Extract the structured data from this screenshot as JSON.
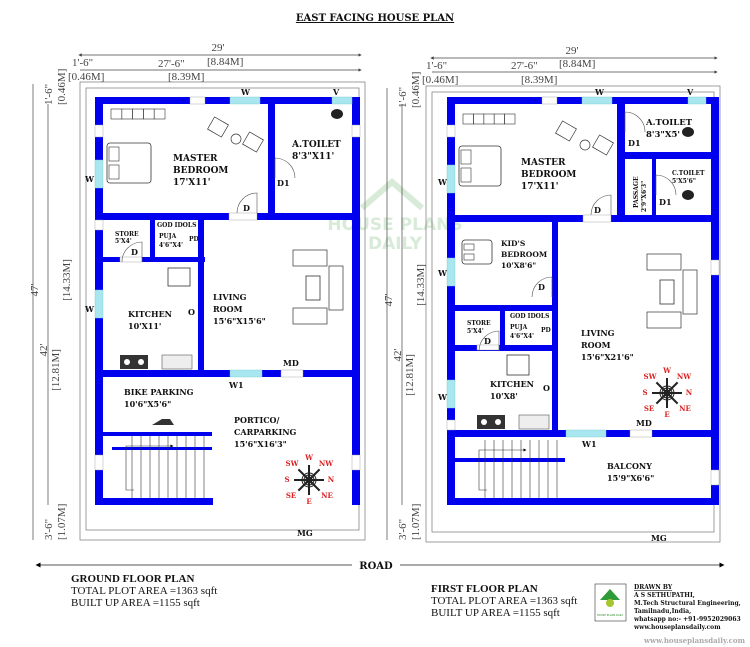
{
  "title": "EAST FACING HOUSE PLAN",
  "dimensions": {
    "total_width": "29'",
    "total_width_m": "[8.84M]",
    "inner_width": "27'-6\"",
    "inner_width_m": "[8.39M]",
    "setback": "1'-6\"",
    "setback_m": "[0.46M]",
    "total_depth": "47'",
    "total_depth_m": "[14.33M]",
    "inner_depth": "42'",
    "inner_depth_m": "[12.81M]",
    "front_setback": "3'-6\"",
    "front_setback_m": "[1.07M]"
  },
  "ground_floor": {
    "master_bedroom": {
      "name": [
        "MASTER",
        "BEDROOM"
      ],
      "size": "17'X11'"
    },
    "toilet": {
      "name": "A.TOILET",
      "size": "8'3\"X11'"
    },
    "store": {
      "name": "STORE",
      "size": "5'X4'"
    },
    "god_idols": "GOD IDOLS",
    "puja": {
      "name": "PUJA",
      "size": "4'6\"X4'"
    },
    "kitchen": {
      "name": "KITCHEN",
      "size": "10'X11'"
    },
    "living": {
      "name": [
        "LIVING",
        "ROOM"
      ],
      "size": "15'6\"X15'6\""
    },
    "bike": {
      "name": "BIKE PARKING",
      "size": "10'6\"X5'6\""
    },
    "portico": {
      "name": [
        "PORTICO/",
        "CARPARKING"
      ],
      "size": "15'6\"X16'3\""
    },
    "marks": {
      "w": "W",
      "v": "V",
      "d": "D",
      "d1": "D1",
      "pd": "PD",
      "o": "O",
      "md": "MD",
      "w1": "W1",
      "mg": "MG"
    },
    "caption": {
      "title": "GROUND FLOOR PLAN",
      "plot": "TOTAL PLOT AREA =1363 sqft",
      "built": "BUILT UP AREA =1155 sqft"
    }
  },
  "first_floor": {
    "master_bedroom": {
      "name": [
        "MASTER",
        "BEDROOM"
      ],
      "size": "17'X11'"
    },
    "toilet": {
      "name": "A.TOILET",
      "size": "8'3\"X5'"
    },
    "passage": {
      "name": "PASSAGE",
      "size": "2'9\"X6'3\""
    },
    "c_toilet": {
      "name": "C.TOILET",
      "size": "5'X5'6\""
    },
    "kids": {
      "name": [
        "KID'S",
        "BEDROOM"
      ],
      "size": "10'X8'6\""
    },
    "store": {
      "name": "STORE",
      "size": "5'X4'"
    },
    "god_idols": "GOD IDOLS",
    "puja": {
      "name": "PUJA",
      "size": "4'6\"X4'"
    },
    "kitchen": {
      "name": "KITCHEN",
      "size": "10'X8'"
    },
    "living": {
      "name": [
        "LIVING",
        "ROOM"
      ],
      "size": "15'6\"X21'6\""
    },
    "balcony": {
      "name": "BALCONY",
      "size": "15'9\"X6'6\""
    },
    "caption": {
      "title": "FIRST FLOOR PLAN",
      "plot": "TOTAL PLOT AREA =1363 sqft",
      "built": "BUILT UP AREA =1155 sqft"
    }
  },
  "compass": {
    "w": "W",
    "nw": "NW",
    "n": "N",
    "ne": "NE",
    "e": "E",
    "se": "SE",
    "s": "S",
    "sw": "SW"
  },
  "road": "ROAD",
  "watermark": [
    "HOUSE PLANS",
    "DAILY"
  ],
  "credits": {
    "drawn_by": "DRAWN BY",
    "name": "A S SETHUPATHI,",
    "degree": "M.Tech Structural Engineering,",
    "place": "Tamilnadu,India,",
    "phone": "whatsapp no:- +91-9952029063",
    "site": "www.houseplansdaily.com",
    "logo_text": "HOUSE PLANS DAILY"
  },
  "footer_url": "www.houseplansdaily.com",
  "colors": {
    "wall": "#0000ee",
    "window": "#a8e6f0",
    "compass": "#d22222"
  }
}
